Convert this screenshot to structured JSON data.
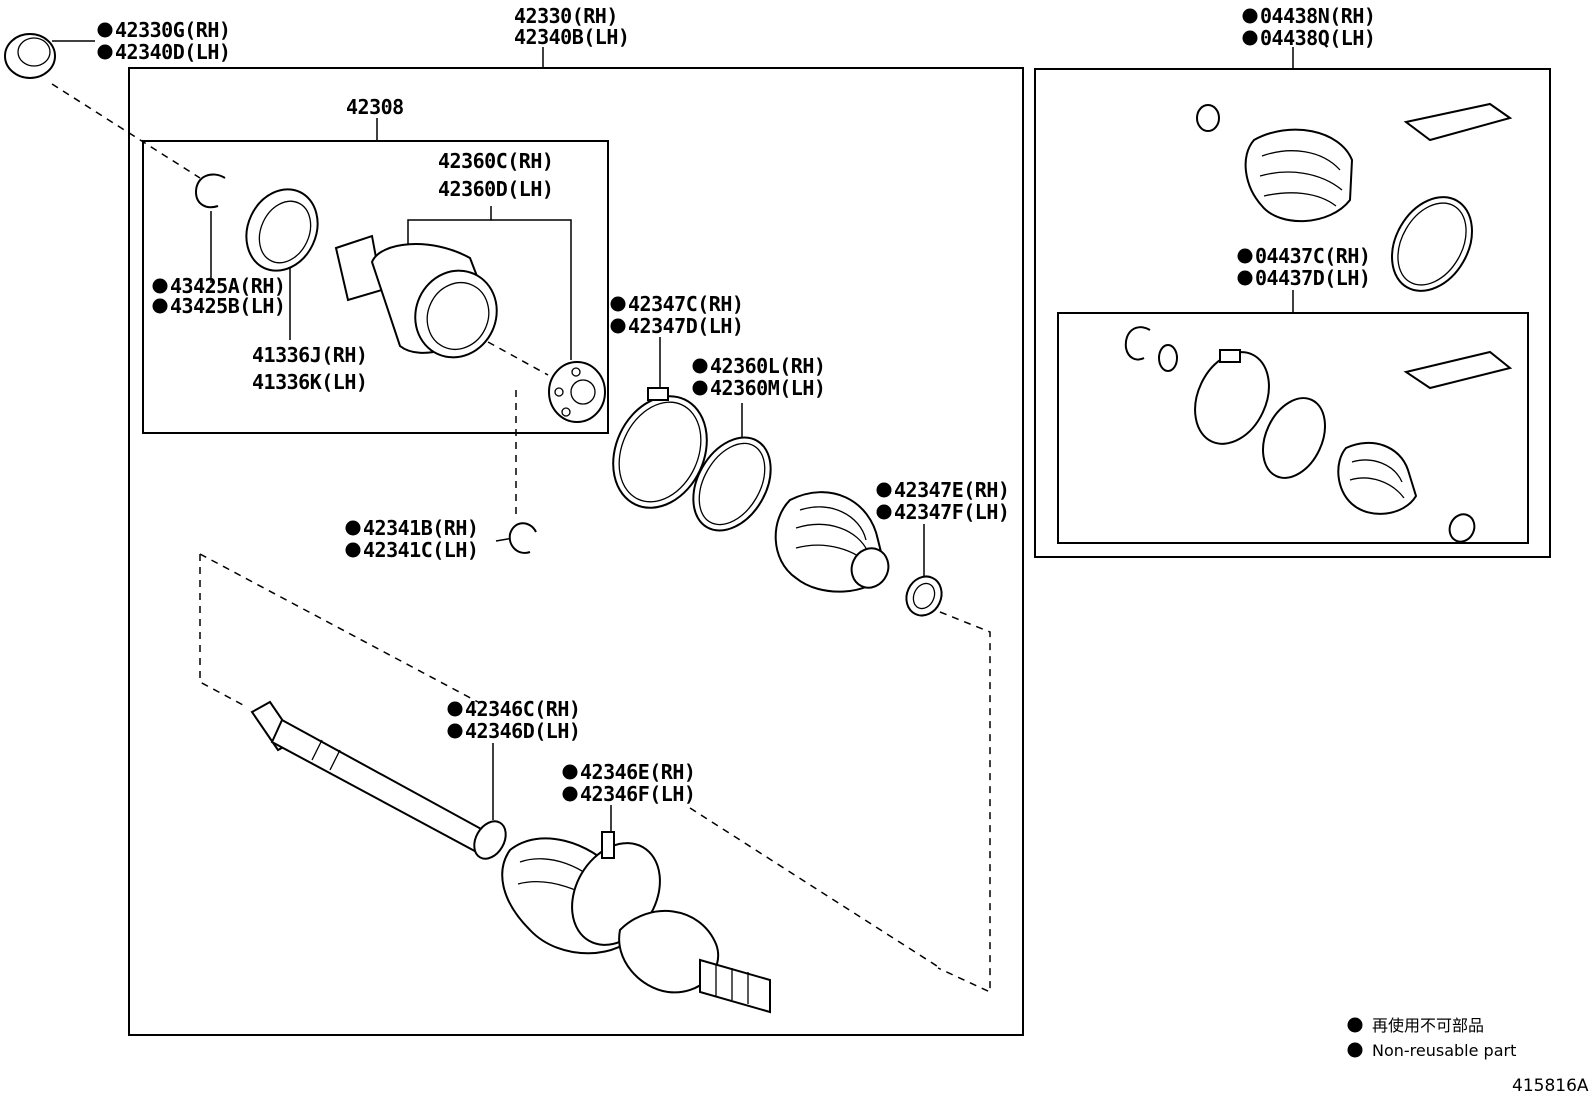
{
  "labels": {
    "p42330G": "42330G(RH)",
    "p42340D": "42340D(LH)",
    "p42330": "42330(RH)",
    "p42340B": "42340B(LH)",
    "p04438N": "04438N(RH)",
    "p04438Q": "04438Q(LH)",
    "p42308": "42308",
    "p42360C": "42360C(RH)",
    "p42360D": "42360D(LH)",
    "p43425A": "43425A(RH)",
    "p43425B": "43425B(LH)",
    "p41336J": "41336J(RH)",
    "p41336K": "41336K(LH)",
    "p42347C": "42347C(RH)",
    "p42347D": "42347D(LH)",
    "p42360L": "42360L(RH)",
    "p42360M": "42360M(LH)",
    "p42347E": "42347E(RH)",
    "p42347F": "42347F(LH)",
    "p42341B": "42341B(RH)",
    "p42341C": "42341C(LH)",
    "p42346C": "42346C(RH)",
    "p42346D": "42346D(LH)",
    "p42346E": "42346E(RH)",
    "p42346F": "42346F(LH)",
    "p04437C": "04437C(RH)",
    "p04437D": "04437D(LH)"
  },
  "legend": {
    "jp": "再使用不可部品",
    "en": "Non-reusable part"
  },
  "reference_code": "415816A"
}
